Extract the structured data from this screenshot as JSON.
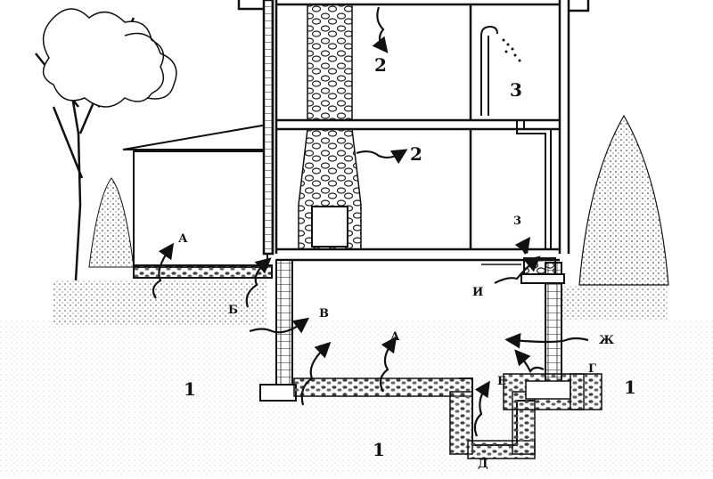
{
  "diagram": {
    "labels": {
      "two_top": "2",
      "two_mid": "2",
      "three_top": "3",
      "three_small": "3",
      "a_garage": "А",
      "a_basement": "А",
      "b": "Б",
      "v": "В",
      "g_left": "Г",
      "g_right": "Г",
      "d": "Д",
      "e": "Е",
      "zh": "Ж",
      "i": "И",
      "one_left": "1",
      "one_bottom": "1",
      "one_right": "1"
    }
  }
}
